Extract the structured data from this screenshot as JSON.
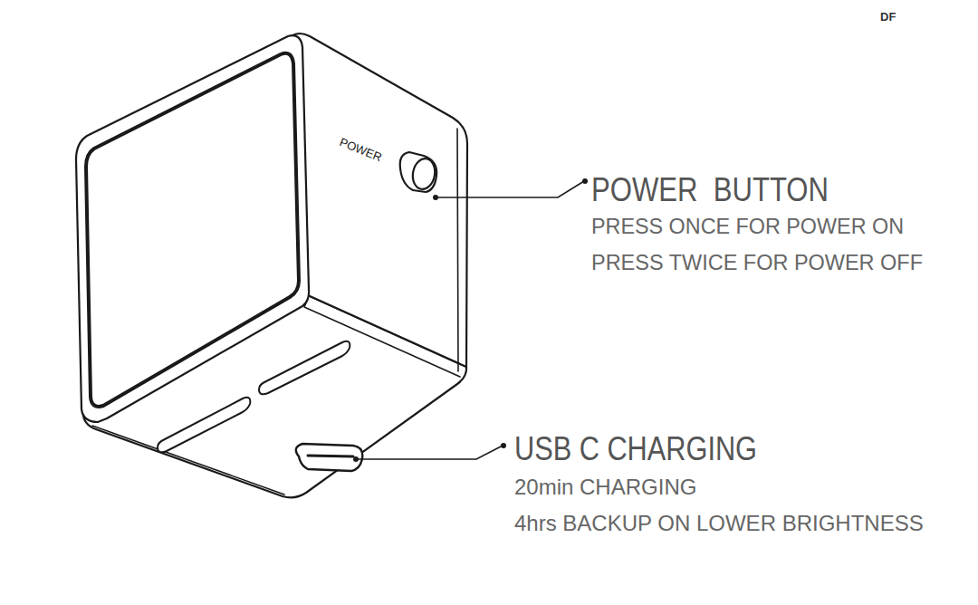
{
  "diagram": {
    "labels": [
      "DF",
      "POWER",
      "POWER  BUTTON",
      "PRESS ONCE FOR POWER ON",
      "PRESS TWICE FOR POWER OFF",
      "USB C CHARGING",
      "20min CHARGING",
      "4hrs BACKUP ON LOWER BRIGHTNESS"
    ]
  }
}
